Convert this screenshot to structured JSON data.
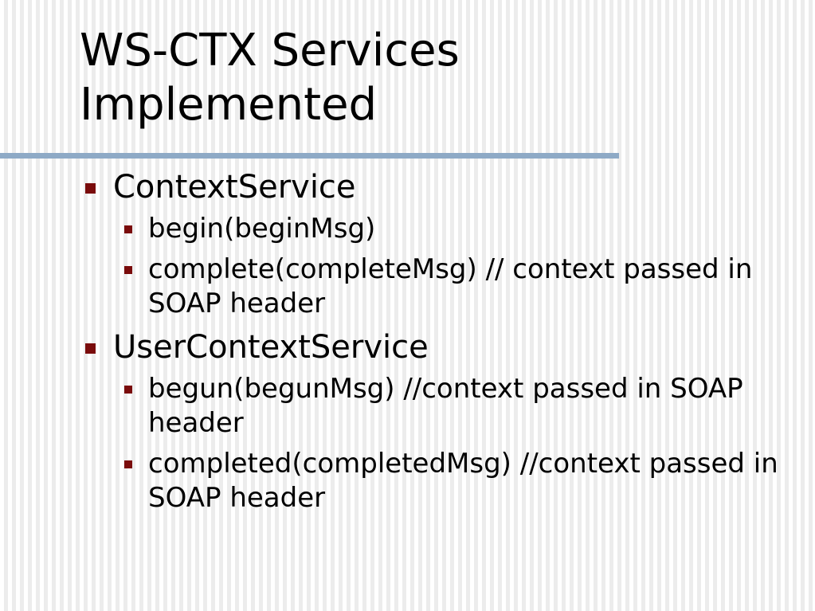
{
  "slide": {
    "title": "WS-CTX Services\nImplemented",
    "accent_color": "#8eaac6",
    "bullet_color": "#7a0c0c",
    "items": [
      {
        "label": "ContextService",
        "subitems": [
          "begin(beginMsg)",
          "complete(completeMsg) // context passed in SOAP header"
        ]
      },
      {
        "label": "UserContextService",
        "subitems": [
          "begun(begunMsg) //context passed in SOAP header",
          "completed(completedMsg) //context passed in SOAP header"
        ]
      }
    ]
  }
}
